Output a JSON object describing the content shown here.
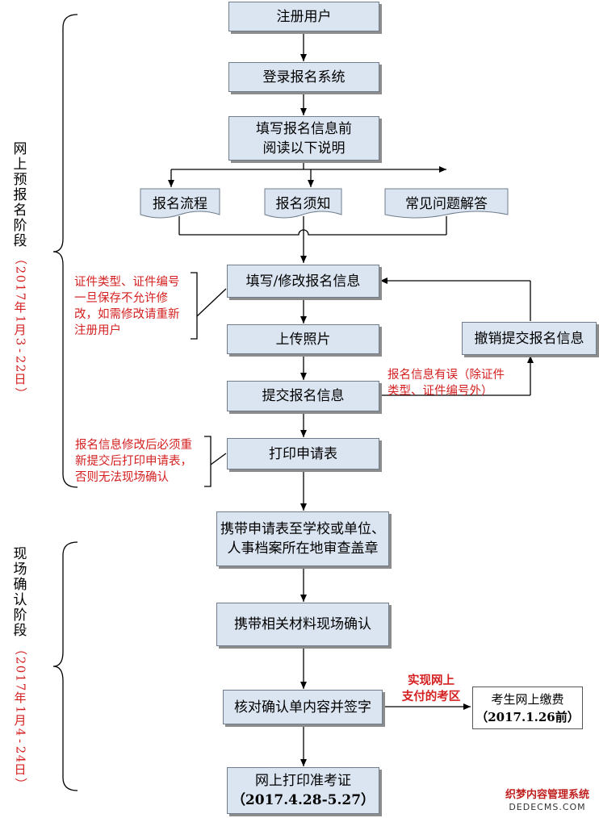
{
  "steps": {
    "register": "注册用户",
    "login": "登录报名系统",
    "fill_read_1": "填写报名信息前",
    "fill_read_2": "阅读以下说明",
    "fill_modify": "填写/修改报名信息",
    "upload_photo": "上传照片",
    "submit_info": "提交报名信息",
    "revoke_submit": "撤销提交报名信息",
    "print_form": "打印申请表",
    "bring_form_1": "携带申请表至学校或单位、",
    "bring_form_2": "人事档案所在地审查盖章",
    "bring_materials": "携带相关材料现场确认",
    "verify_sign": "核对确认单内容并签字",
    "online_pay_1": "考生网上缴费",
    "online_pay_2": "（2017.1.26前）",
    "print_ticket_1": "网上打印准考证",
    "print_ticket_2": "（2017.4.28-5.27）"
  },
  "documents": {
    "process": "报名流程",
    "notice": "报名须知",
    "faq": "常见问题解答"
  },
  "notes": {
    "id_note": [
      "证件类型、证件编号",
      "一旦保存不允许修",
      "改，如需修改请重新",
      "注册用户"
    ],
    "error_note": [
      "报名信息有误（除证件",
      "类型、证件编号外）"
    ],
    "print_note": [
      "报名信息修改后必须重",
      "新提交后打印申请表，",
      "否则无法现场确认"
    ],
    "pay_note": [
      "实现网上",
      "支付的考区"
    ]
  },
  "stages": {
    "online_title": "网上预报名阶段",
    "online_date": "（2017年1月3-22日）",
    "onsite_title": "现场确认阶段",
    "onsite_date": "（2017年1月4-24日）"
  },
  "watermark": {
    "line1": "织梦内容管理系统",
    "line2": "DEDECMS.COM"
  },
  "colors": {
    "box_fill": "#dbe5f1",
    "note_red": "#d42020",
    "line": "#000000"
  }
}
